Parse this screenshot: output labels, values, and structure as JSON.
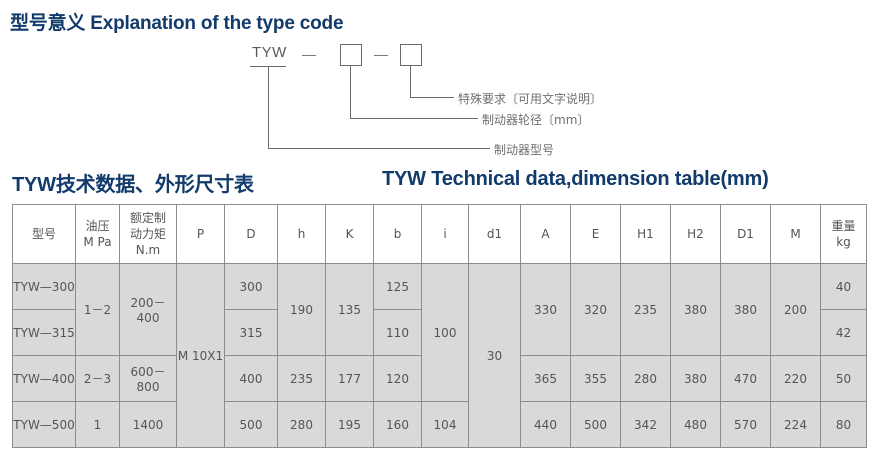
{
  "headings": {
    "type_code": "型号意义 Explanation of the type code",
    "table_cn": "TYW技术数据、外形尺寸表",
    "table_en": "TYW Technical data,dimension table(mm)"
  },
  "type_code_diagram": {
    "prefix": "TYW",
    "separator": "—",
    "labels": {
      "special_requirement": "特殊要求〔可用文字说明〕",
      "wheel_diameter": "制动器轮径〔mm〕",
      "brake_model": "制动器型号"
    }
  },
  "table": {
    "headers": {
      "model": "型号",
      "oil_pressure": "油压\nM Pa",
      "rated_torque": "额定制\n动力矩\nN.m",
      "p": "P",
      "d": "D",
      "h": "h",
      "k": "K",
      "b": "b",
      "i": "i",
      "d1": "d1",
      "a": "A",
      "e": "E",
      "h1": "H1",
      "h2": "H2",
      "dd1": "D1",
      "m": "M",
      "weight": "重量\nkg"
    },
    "header_lines": {
      "oil_pressure_1": "油压",
      "oil_pressure_2": "M Pa",
      "rated_torque_1": "额定制",
      "rated_torque_2": "动力矩",
      "rated_torque_3": "N.m",
      "weight_1": "重量",
      "weight_2": "kg"
    },
    "rows": [
      {
        "model": "TYW—300",
        "oil_pressure": "1－2",
        "rated_torque": "200－400",
        "p": "M 10X1",
        "d": "300",
        "h": "190",
        "k": "135",
        "b": "125",
        "i": "100",
        "d1": "30",
        "a": "330",
        "e": "320",
        "h1": "235",
        "h2": "380",
        "dd1": "380",
        "m": "200",
        "weight": "40"
      },
      {
        "model": "TYW—315",
        "d": "315",
        "b": "110",
        "weight": "42"
      },
      {
        "model": "TYW—400",
        "oil_pressure": "2－3",
        "rated_torque": "600－800",
        "d": "400",
        "h": "235",
        "k": "177",
        "b": "120",
        "a": "365",
        "e": "355",
        "h1": "280",
        "h2": "380",
        "dd1": "470",
        "m": "220",
        "weight": "50"
      },
      {
        "model": "TYW—500",
        "oil_pressure": "1",
        "rated_torque": "1400",
        "d": "500",
        "h": "280",
        "k": "195",
        "b": "160",
        "i": "104",
        "a": "440",
        "e": "500",
        "h1": "342",
        "h2": "480",
        "dd1": "570",
        "m": "224",
        "weight": "80"
      }
    ]
  }
}
